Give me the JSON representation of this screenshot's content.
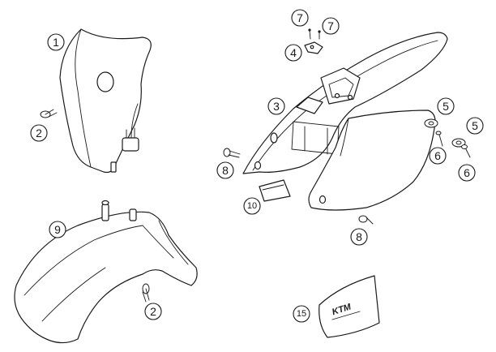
{
  "callouts": {
    "c1": "1",
    "c2a": "2",
    "c2b": "2",
    "c3": "3",
    "c4": "4",
    "c5a": "5",
    "c5b": "5",
    "c6a": "6",
    "c6b": "6",
    "c7a": "7",
    "c7b": "7",
    "c8a": "8",
    "c8b": "8",
    "c9": "9",
    "c10": "10",
    "c15": "15"
  },
  "sticker": {
    "logo": "KTM"
  }
}
